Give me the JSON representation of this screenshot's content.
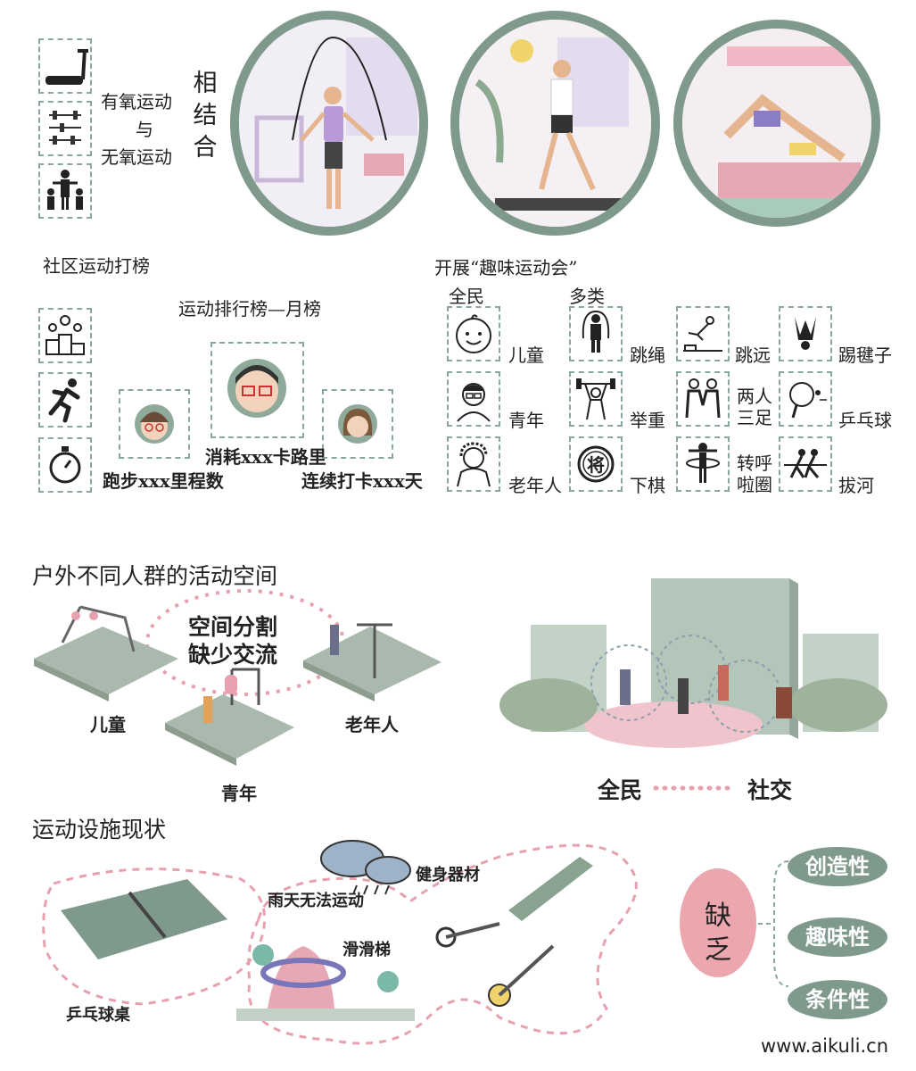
{
  "top": {
    "aerobic": "有氧运动",
    "and": "与",
    "anaerobic": "无氧运动",
    "combine": [
      "相",
      "结",
      "合"
    ]
  },
  "community": {
    "title": "社区运动打榜",
    "ranking_title": "运动排行榜—月榜",
    "first_label": "消耗xxx卡路里",
    "second_label": "跑步xxx里程数",
    "third_label": "连续打卡xxx天"
  },
  "games": {
    "title": "开展“趣味运动会”",
    "all_people": "全民",
    "many_types": "多类",
    "people": [
      "儿童",
      "青年",
      "老年人"
    ],
    "activities": [
      {
        "label": "跳绳"
      },
      {
        "label": "跳远"
      },
      {
        "label": "踢毽子"
      },
      {
        "label": "举重"
      },
      {
        "label": "两人三足"
      },
      {
        "label": "乒乓球"
      },
      {
        "label": "下棋"
      },
      {
        "label": "转呼啦圈"
      },
      {
        "label": "拔河"
      }
    ],
    "chess_glyph": "将"
  },
  "outdoor": {
    "title": "户外不同人群的活动空间",
    "center_line1": "空间分割",
    "center_line2": "缺少交流",
    "children": "儿童",
    "elderly": "老年人",
    "youth": "青年",
    "all_people": "全民",
    "social": "社交"
  },
  "facilities": {
    "title": "运动设施现状",
    "pingpong_table": "乒乓球桌",
    "rain": "雨天无法运动",
    "slide": "滑滑梯",
    "fitness": "健身器材",
    "lack": [
      "缺",
      "乏"
    ],
    "qualities": [
      "创造性",
      "趣味性",
      "条件性"
    ]
  },
  "watermark": "www.aikuli.cn"
}
